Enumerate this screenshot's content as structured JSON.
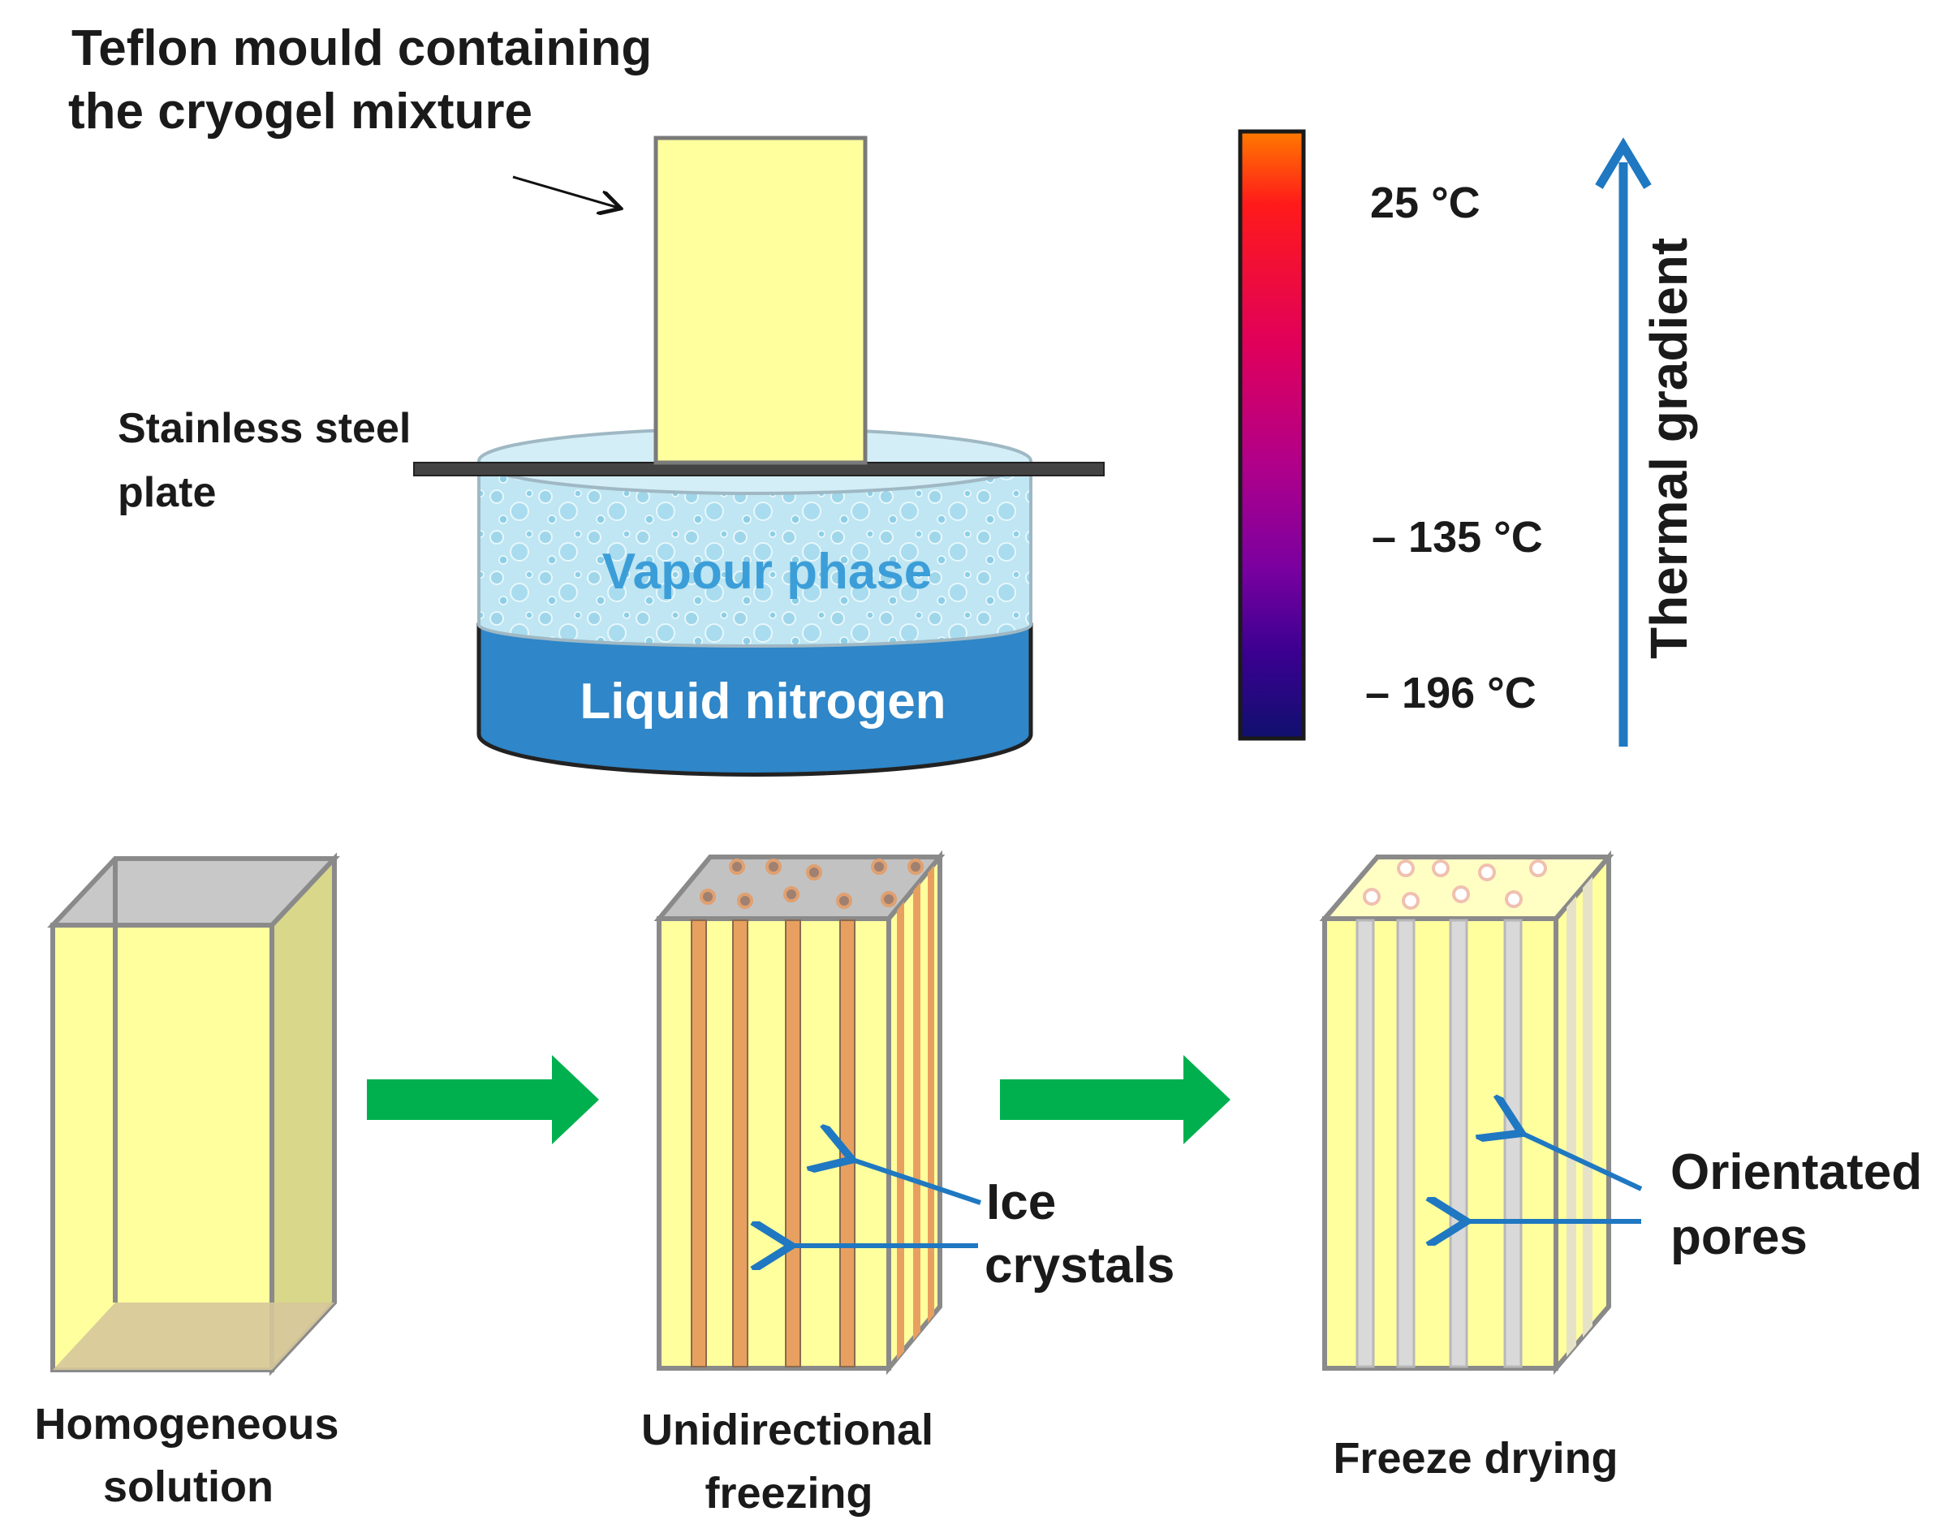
{
  "top": {
    "mould_label_1": "Teflon mould containing",
    "mould_label_2": "the cryogel mixture",
    "plate_label_1": "Stainless steel",
    "plate_label_2": "plate",
    "vapour_label": "Vapour phase",
    "nitrogen_label": "Liquid nitrogen"
  },
  "scale": {
    "colors": [
      "#ff7a00",
      "#ff1a1a",
      "#e0005a",
      "#b0008a",
      "#7a00a0",
      "#3a0090",
      "#10106e"
    ],
    "ticks": [
      {
        "label": "25 °C"
      },
      {
        "label": "– 135 °C"
      },
      {
        "label": "– 196 °C"
      }
    ],
    "gradient_label": "Thermal gradient"
  },
  "steps": [
    {
      "line1": "Homogeneous",
      "line2": "solution"
    },
    {
      "line1": "Unidirectional",
      "line2": "freezing"
    },
    {
      "line1": "Freeze drying",
      "line2": ""
    }
  ],
  "annotations": {
    "ice_1": "Ice",
    "ice_2": "crystals",
    "pores_1": "Orientated",
    "pores_2": "pores"
  },
  "colors": {
    "mould_fill": "#ffff9e",
    "nitrogen_fill": "#2f86c8",
    "vapour_fill": "#bfe6f2",
    "process_arrow": "#00b04f",
    "pointer_arrow": "#1f78c1",
    "ice_stripe": "#e8a060",
    "pore_stripe": "#d9d9d9"
  }
}
